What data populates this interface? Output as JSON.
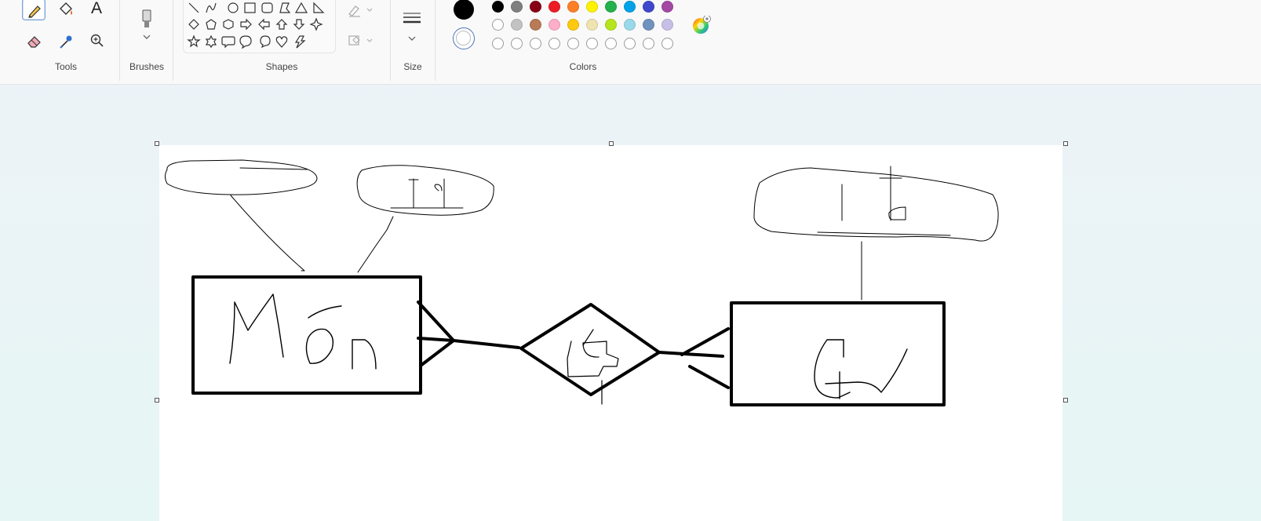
{
  "ribbon": {
    "tools": {
      "label": "Tools",
      "items": [
        {
          "icon": "pencil-icon",
          "active": true
        },
        {
          "icon": "fill-icon",
          "active": false
        },
        {
          "icon": "text-icon",
          "glyph": "A",
          "active": false
        },
        {
          "icon": "eraser-icon",
          "active": false
        },
        {
          "icon": "color-picker-icon",
          "active": false
        },
        {
          "icon": "magnifier-icon",
          "active": false
        }
      ]
    },
    "brushes": {
      "label": "Brushes",
      "icon": "brush-icon"
    },
    "shapes": {
      "label": "Shapes",
      "items": [
        "line",
        "curve",
        "oval",
        "rectangle",
        "rounded-rectangle",
        "polygon",
        "triangle",
        "right-triangle",
        "diamond",
        "pentagon",
        "hexagon",
        "right-arrow",
        "left-arrow",
        "up-arrow",
        "down-arrow",
        "four-point-star",
        "five-point-star",
        "six-point-star",
        "rounded-callout",
        "oval-callout",
        "cloud-callout",
        "heart",
        "lightning"
      ],
      "outline_icon": "outline-icon",
      "fill_icon": "shape-fill-icon"
    },
    "size": {
      "label": "Size",
      "icon": "size-lines-icon"
    },
    "colors": {
      "label": "Colors",
      "color1": "#000000",
      "color2": "#ffffff",
      "row1": [
        "#000000",
        "#7f7f7f",
        "#880015",
        "#ed1c24",
        "#ff7f27",
        "#fff200",
        "#22b14c",
        "#00a2e8",
        "#3f48cc",
        "#a349a4"
      ],
      "row2": [
        "#ffffff",
        "#c3c3c3",
        "#b97a57",
        "#ffaec9",
        "#ffc90e",
        "#efe4b0",
        "#b5e61d",
        "#99d9ea",
        "#7092be",
        "#c8bfe7"
      ],
      "row3_empty_count": 10,
      "edit_colors_icon": "color-wheel-icon"
    }
  },
  "canvas": {
    "background": "#ffffff",
    "drawing": "er-diagram-sketch"
  }
}
